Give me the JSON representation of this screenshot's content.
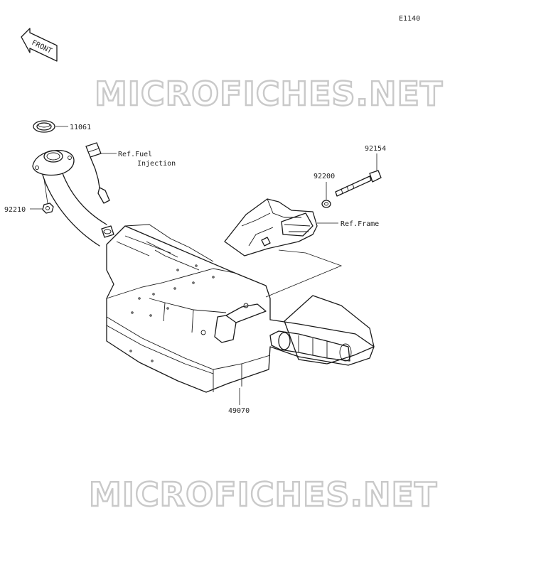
{
  "diagram": {
    "code": "E1140",
    "front_label": "FRONT",
    "watermark": "MICROFICHES.NET",
    "callouts": {
      "gasket": "11061",
      "ref_fuel_line1": "Ref.Fuel",
      "ref_fuel_line2": "Injection",
      "nut": "92210",
      "bolt": "92154",
      "washer": "92200",
      "ref_frame": "Ref.Frame",
      "muffler": "49070"
    }
  }
}
